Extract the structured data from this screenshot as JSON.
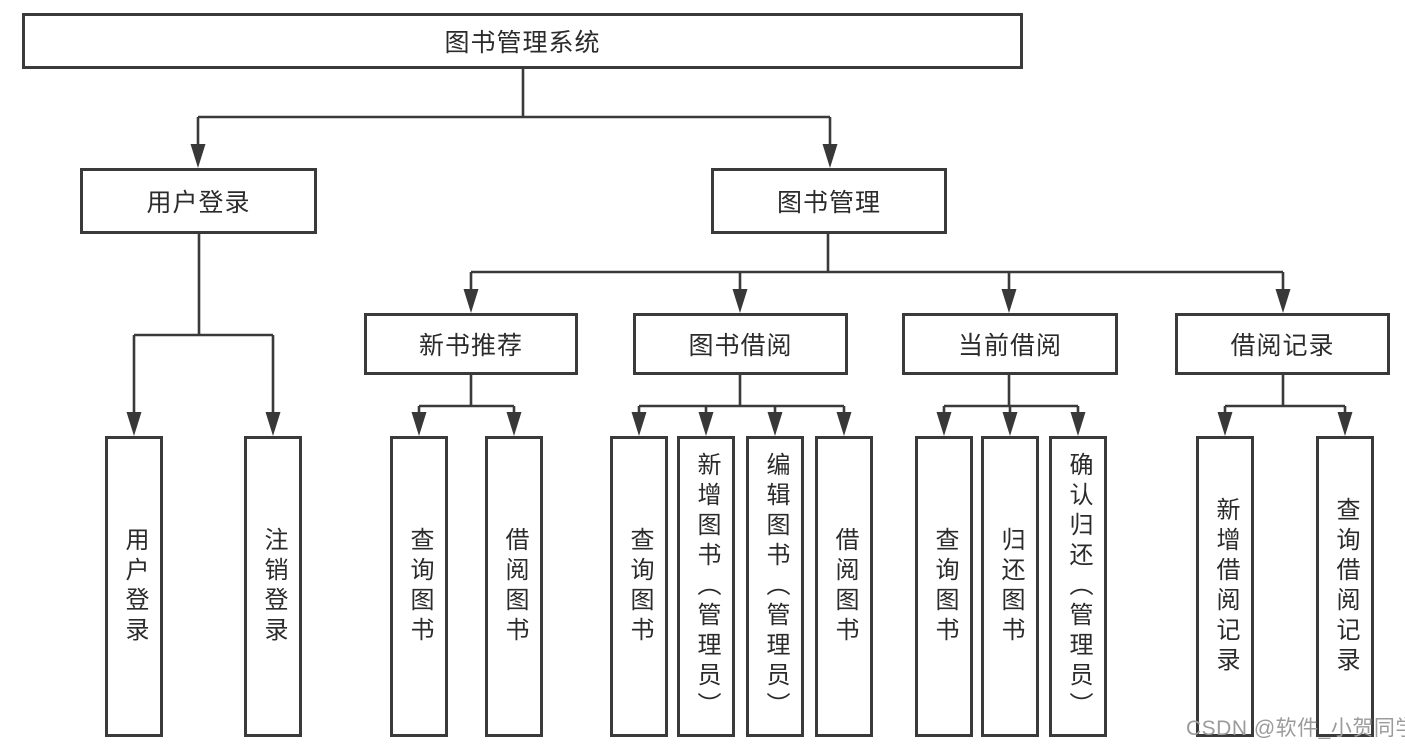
{
  "diagram": {
    "title_node": "图书管理系统",
    "colors": {
      "line": "#3a3a3a",
      "box_border": "#3a3a3a",
      "box_fill": "#ffffff",
      "text": "#2b2b2b",
      "watermark_text": "#9b9b9b",
      "background": "#ffffff"
    },
    "nodes": {
      "root": "图书管理系统",
      "user_login": "用户登录",
      "book_mgmt": "图书管理",
      "new_book_rec": "新书推荐",
      "book_borrow": "图书借阅",
      "current_borrow": "当前借阅",
      "borrow_records": "借阅记录",
      "login_user_login": "用户登录",
      "login_logout": "注销登录",
      "rec_query_books": "查询图书",
      "rec_borrow_books": "借阅图书",
      "borrow_query_books": "查询图书",
      "borrow_add_books_admin": "新增图书（管理员）",
      "borrow_edit_books_admin": "编辑图书（管理员）",
      "borrow_borrow_books": "借阅图书",
      "current_query_books": "查询图书",
      "current_return_books": "归还图书",
      "current_confirm_return_admin": "确认归还（管理员）",
      "records_add_record": "新增借阅记录",
      "records_query_record": "查询借阅记录"
    },
    "hierarchy": {
      "root": [
        "user_login",
        "book_mgmt"
      ],
      "user_login": [
        "login_user_login",
        "login_logout"
      ],
      "book_mgmt": [
        "new_book_rec",
        "book_borrow",
        "current_borrow",
        "borrow_records"
      ],
      "new_book_rec": [
        "rec_query_books",
        "rec_borrow_books"
      ],
      "book_borrow": [
        "borrow_query_books",
        "borrow_add_books_admin",
        "borrow_edit_books_admin",
        "borrow_borrow_books"
      ],
      "current_borrow": [
        "current_query_books",
        "current_return_books",
        "current_confirm_return_admin"
      ],
      "borrow_records": [
        "records_add_record",
        "records_query_record"
      ]
    }
  },
  "watermark": "CSDN @软件_小贺同学"
}
